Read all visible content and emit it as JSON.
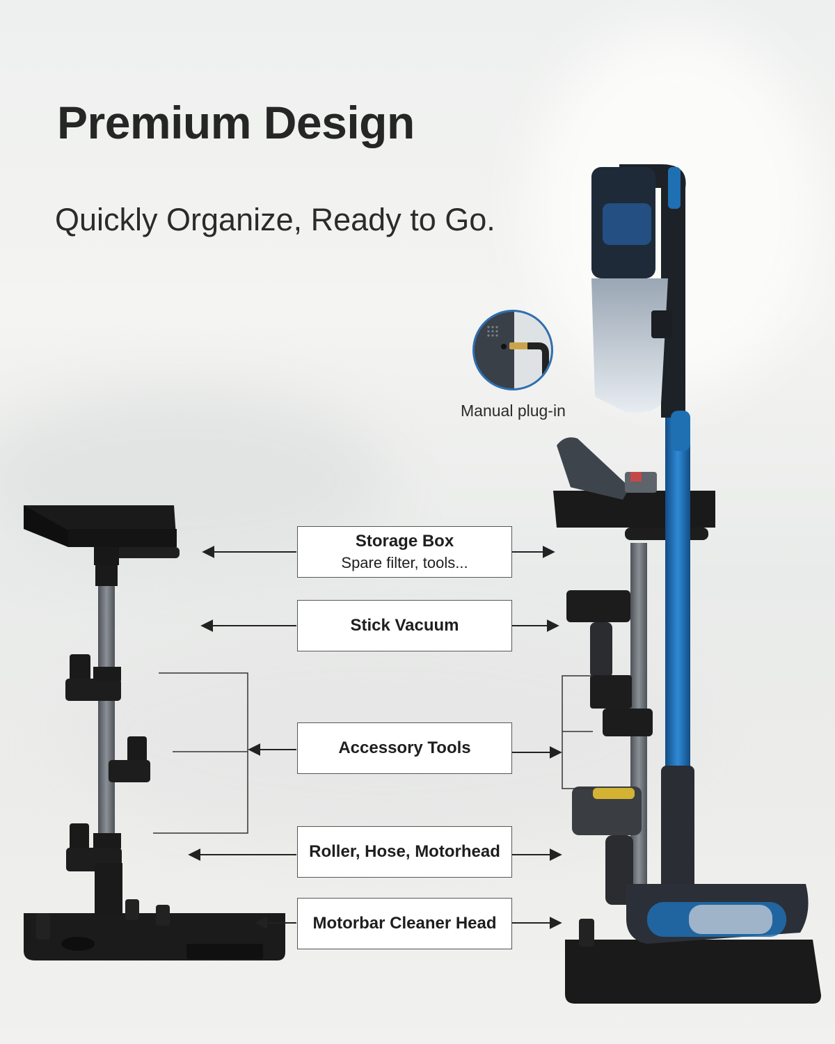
{
  "header": {
    "title": "Premium Design",
    "subtitle": "Quickly Organize, Ready to Go."
  },
  "callout": {
    "label": "Manual plug-in",
    "icon": "charging-plug-icon"
  },
  "labels": [
    {
      "title": "Storage Box",
      "subtitle": "Spare filter, tools..."
    },
    {
      "title": "Stick Vacuum"
    },
    {
      "title": "Accessory Tools"
    },
    {
      "title": "Roller, Hose, Motorhead"
    },
    {
      "title": "Motorbar Cleaner Head"
    }
  ],
  "colors": {
    "accent_blue": "#1f6fb3",
    "stand_black": "#1c1c1c",
    "pole_gray": "#6d7278",
    "text_dark": "#262626"
  }
}
